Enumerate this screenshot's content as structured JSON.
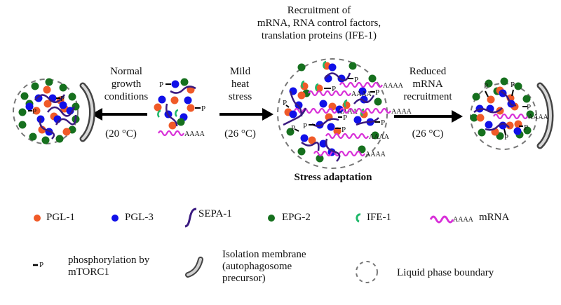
{
  "colors": {
    "pgl1": "#f05a28",
    "pgl3": "#1010e8",
    "sepa1": "#3a1a80",
    "epg2": "#16701e",
    "ife1": "#1fb86a",
    "mrna": "#d830d8",
    "boundary": "#777777",
    "arrow": "#000000",
    "membrane": "#888888"
  },
  "header": {
    "lines": [
      "Recruitment of",
      "mRNA, RNA control factors,",
      "translation proteins (IFE-1)"
    ]
  },
  "steps": [
    {
      "id": "normal",
      "lines": [
        "Normal",
        "growth",
        "conditions"
      ],
      "temp": "(20 °C)",
      "direction": "left"
    },
    {
      "id": "mild",
      "lines": [
        "Mild",
        "heat",
        "stress"
      ],
      "temp": "(26 °C)",
      "direction": "right"
    },
    {
      "id": "reduced",
      "lines": [
        "Reduced",
        "mRNA",
        "recruitment"
      ],
      "temp": "(26 °C)",
      "direction": "right"
    }
  ],
  "center_caption": "Stress adaptation",
  "mrna_tail": "AAAA",
  "phospho_label": "P",
  "legend": {
    "row1": [
      {
        "id": "pgl1",
        "label": "PGL-1",
        "icon": "orange-dot"
      },
      {
        "id": "pgl3",
        "label": "PGL-3",
        "icon": "blue-dot"
      },
      {
        "id": "sepa1",
        "label": "SEPA-1",
        "icon": "purple-curve"
      },
      {
        "id": "epg2",
        "label": "EPG-2",
        "icon": "green-dot"
      },
      {
        "id": "ife1",
        "label": "IFE-1",
        "icon": "green-arc"
      },
      {
        "id": "mrna",
        "label": "mRNA",
        "tail": "AAAA",
        "icon": "magenta-wave"
      }
    ],
    "row2": [
      {
        "id": "phospho",
        "symbol": "P",
        "lines": [
          "phosphorylation by",
          "mTORC1"
        ],
        "icon": "phospho-mark"
      },
      {
        "id": "membrane",
        "lines": [
          "Isolation membrane",
          "(autophagosome",
          "precursor)"
        ],
        "icon": "membrane-arc"
      },
      {
        "id": "boundary",
        "lines": [
          "Liquid phase boundary"
        ],
        "icon": "dashed-circle"
      }
    ]
  }
}
